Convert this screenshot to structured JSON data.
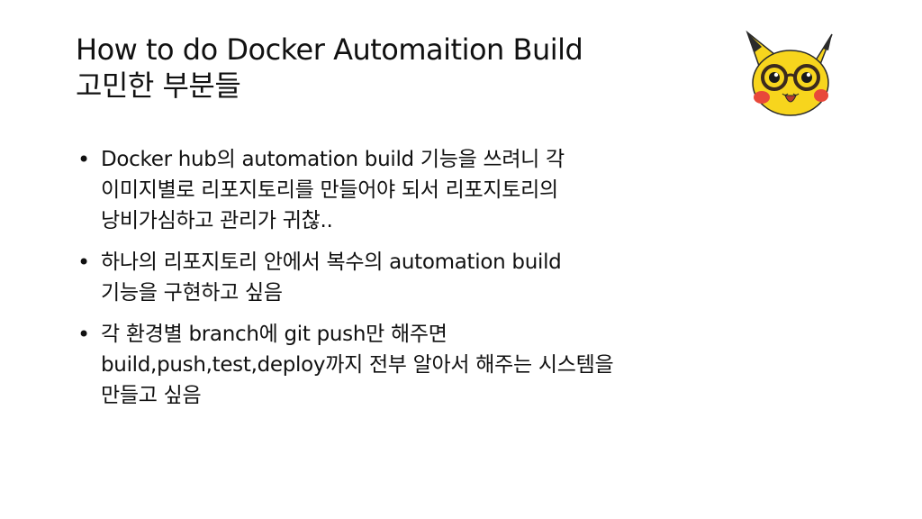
{
  "slide": {
    "title_line1": "How to do Docker Automaition Build",
    "title_line2": "고민한 부분들",
    "mascot_icon": "pikachu-with-glasses-icon",
    "bullet_glyph": "•",
    "bullets": [
      {
        "lines": [
          "Docker hub의 automation build 기능을 쓰려니 각",
          "이미지별로 리포지토리를 만들어야 되서 리포지토리의",
          "낭비가심하고 관리가 귀찮.."
        ]
      },
      {
        "lines": [
          "하나의 리포지토리 안에서 복수의 automation build",
          "기능을 구현하고 싶음"
        ]
      },
      {
        "lines": [
          "각 환경별 branch에 git push만 해주면",
          "build,push,test,deploy까지 전부 알아서 해주는 시스템을",
          "만들고 싶음"
        ]
      }
    ]
  },
  "colors": {
    "background": "#ffffff",
    "text": "#111111",
    "pikachu_yellow": "#f7d51d",
    "cheek_red": "#e8483a"
  }
}
